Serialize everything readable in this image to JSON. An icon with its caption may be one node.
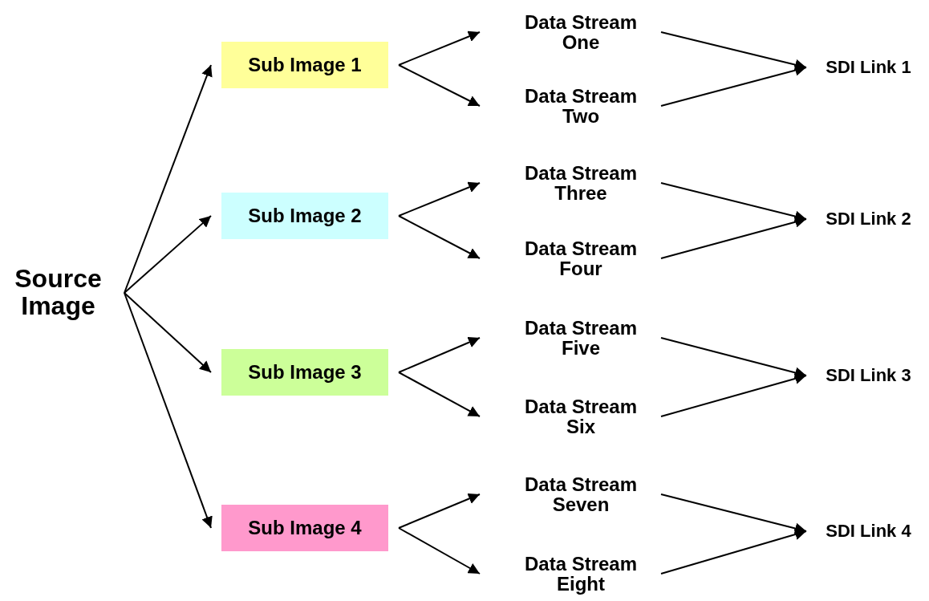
{
  "diagram": {
    "nodes": [
      {
        "text": [
          "Source Image"
        ]
      },
      {
        "text": [
          "Sub Image 1"
        ]
      },
      {
        "text": [
          "Sub Image 2"
        ]
      },
      {
        "text": [
          "Sub Image 3"
        ]
      },
      {
        "text": [
          "Sub Image 4"
        ]
      },
      {
        "text": [
          "Data Stream One"
        ]
      },
      {
        "text": [
          "Data Stream Two"
        ]
      },
      {
        "text": [
          "Data Stream Three"
        ]
      },
      {
        "text": [
          "Data Stream Four"
        ]
      },
      {
        "text": [
          "Data Stream Five"
        ]
      },
      {
        "text": [
          "Data Stream Six"
        ]
      },
      {
        "text": [
          "Data Stream Seven"
        ]
      },
      {
        "text": [
          "Data Stream Eight"
        ]
      },
      {
        "text": [
          "SDI Link 1"
        ]
      },
      {
        "text": [
          "SDI Link 2"
        ]
      },
      {
        "text": [
          "SDI Link 3"
        ]
      },
      {
        "text": [
          "SDI Link 4"
        ]
      }
    ],
    "edges": [
      {
        "from": 0,
        "to": 1,
        "arrow": "to"
      },
      {
        "from": 0,
        "to": 2,
        "arrow": "to"
      },
      {
        "from": 0,
        "to": 3,
        "arrow": "to"
      },
      {
        "from": 0,
        "to": 4,
        "arrow": "to"
      },
      {
        "from": 1,
        "to": 5,
        "arrow": "to"
      },
      {
        "from": 1,
        "to": 6,
        "arrow": "to"
      },
      {
        "from": 2,
        "to": 7,
        "arrow": "to"
      },
      {
        "from": 2,
        "to": 8,
        "arrow": "to"
      },
      {
        "from": 3,
        "to": 9,
        "arrow": "to"
      },
      {
        "from": 3,
        "to": 10,
        "arrow": "to"
      },
      {
        "from": 4,
        "to": 11,
        "arrow": "to"
      },
      {
        "from": 4,
        "to": 12,
        "arrow": "to"
      },
      {
        "from": 5,
        "to": 13,
        "arrow": "to"
      },
      {
        "from": 6,
        "to": 13,
        "arrow": "to"
      },
      {
        "from": 7,
        "to": 14,
        "arrow": "to"
      },
      {
        "from": 8,
        "to": 14,
        "arrow": "to"
      },
      {
        "from": 9,
        "to": 15,
        "arrow": "to"
      },
      {
        "from": 10,
        "to": 15,
        "arrow": "to"
      },
      {
        "from": 11,
        "to": 16,
        "arrow": "to"
      },
      {
        "from": 12,
        "to": 16,
        "arrow": "to"
      }
    ]
  }
}
